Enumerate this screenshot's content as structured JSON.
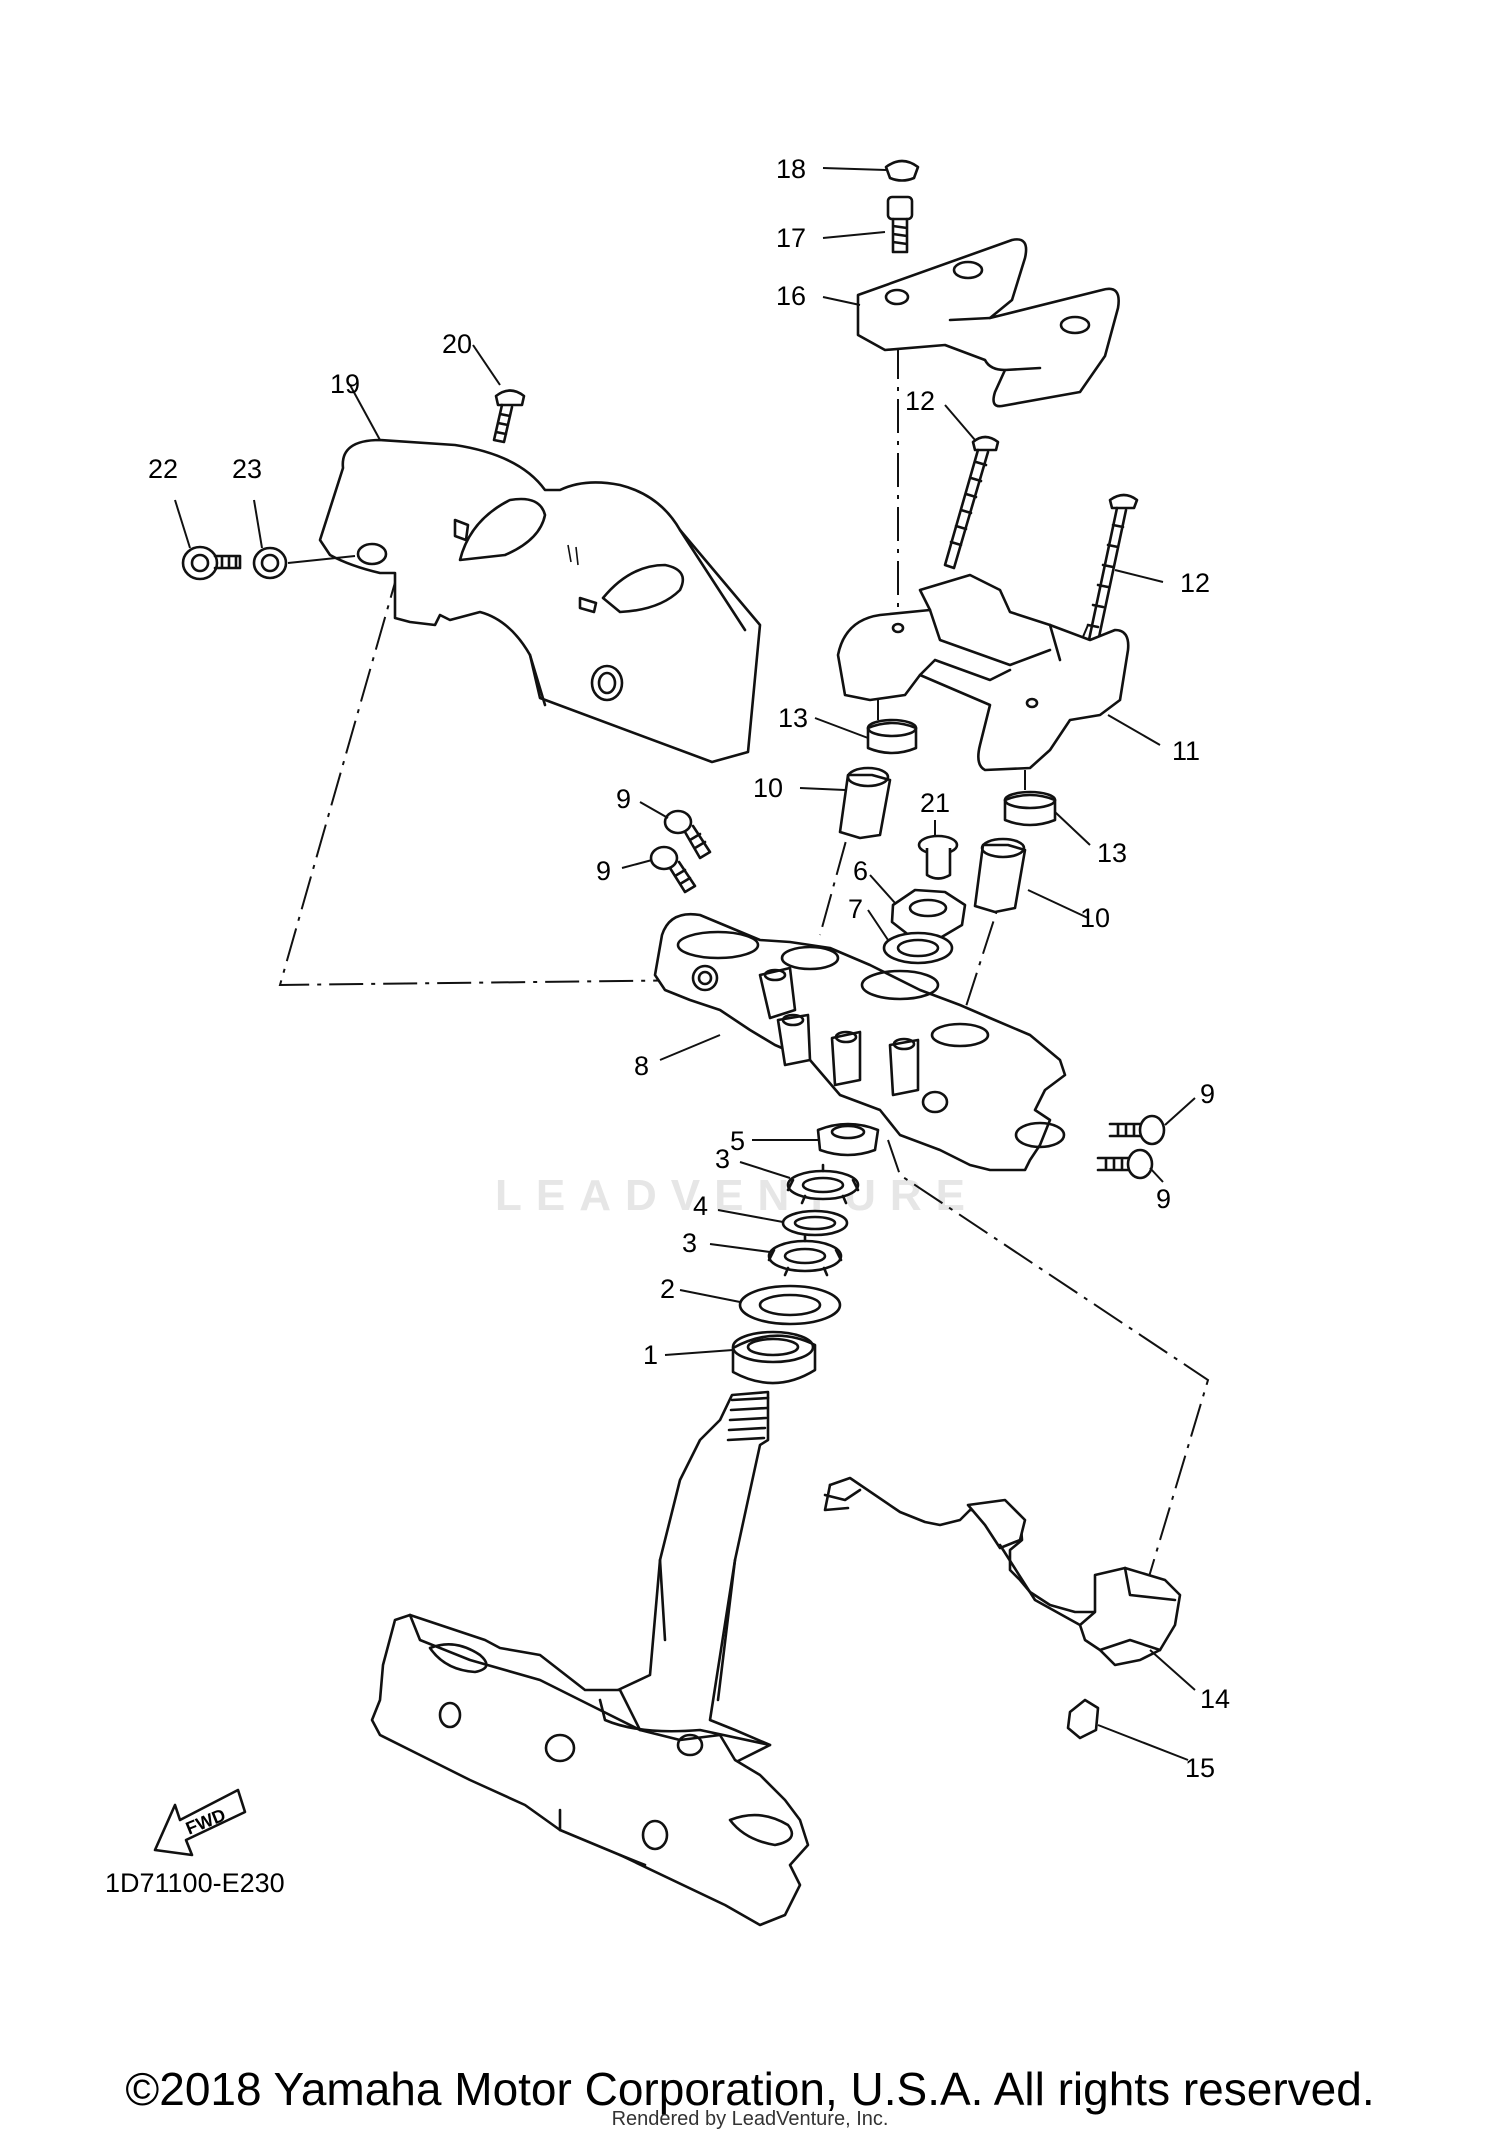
{
  "diagram": {
    "part_callouts": [
      {
        "id": "c18",
        "label": "18"
      },
      {
        "id": "c17",
        "label": "17"
      },
      {
        "id": "c16",
        "label": "16"
      },
      {
        "id": "c20",
        "label": "20"
      },
      {
        "id": "c19",
        "label": "19"
      },
      {
        "id": "c12a",
        "label": "12"
      },
      {
        "id": "c22",
        "label": "22"
      },
      {
        "id": "c23",
        "label": "23"
      },
      {
        "id": "c12b",
        "label": "12"
      },
      {
        "id": "c13a",
        "label": "13"
      },
      {
        "id": "c11",
        "label": "11"
      },
      {
        "id": "c10a",
        "label": "10"
      },
      {
        "id": "c9a",
        "label": "9"
      },
      {
        "id": "c21",
        "label": "21"
      },
      {
        "id": "c13b",
        "label": "13"
      },
      {
        "id": "c9b",
        "label": "9"
      },
      {
        "id": "c6",
        "label": "6"
      },
      {
        "id": "c10b",
        "label": "10"
      },
      {
        "id": "c7",
        "label": "7"
      },
      {
        "id": "c8",
        "label": "8"
      },
      {
        "id": "c9c",
        "label": "9"
      },
      {
        "id": "c5",
        "label": "5"
      },
      {
        "id": "c3a",
        "label": "3"
      },
      {
        "id": "c9d",
        "label": "9"
      },
      {
        "id": "c4",
        "label": "4"
      },
      {
        "id": "c3b",
        "label": "3"
      },
      {
        "id": "c2",
        "label": "2"
      },
      {
        "id": "c1",
        "label": "1"
      },
      {
        "id": "c14",
        "label": "14"
      },
      {
        "id": "c15",
        "label": "15"
      }
    ],
    "fwd_badge": "FWD",
    "diagram_code": "1D71100-E230",
    "watermark": "LEADVENTURE"
  },
  "footer": {
    "copyright": "©2018 Yamaha Motor Corporation, U.S.A. All rights reserved.",
    "rendered_by": "Rendered by LeadVenture, Inc."
  }
}
